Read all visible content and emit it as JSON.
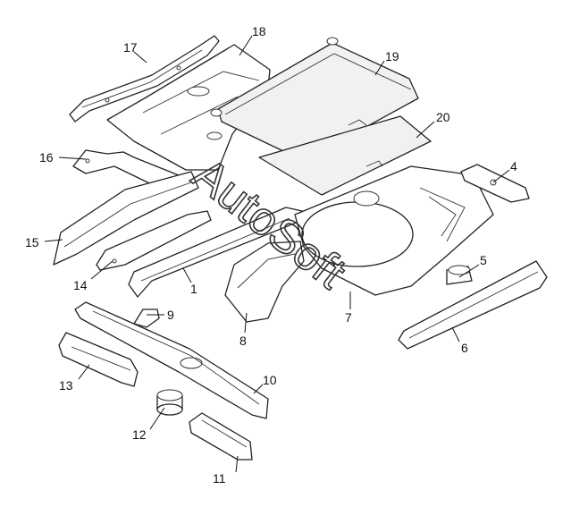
{
  "watermark": "AutoSoft",
  "callouts": [
    {
      "id": "1",
      "label": "1"
    },
    {
      "id": "4",
      "label": "4"
    },
    {
      "id": "5",
      "label": "5"
    },
    {
      "id": "6",
      "label": "6"
    },
    {
      "id": "7",
      "label": "7"
    },
    {
      "id": "8",
      "label": "8"
    },
    {
      "id": "9",
      "label": "9"
    },
    {
      "id": "10",
      "label": "10"
    },
    {
      "id": "11",
      "label": "11"
    },
    {
      "id": "12",
      "label": "12"
    },
    {
      "id": "13",
      "label": "13"
    },
    {
      "id": "14",
      "label": "14"
    },
    {
      "id": "15",
      "label": "15"
    },
    {
      "id": "16",
      "label": "16"
    },
    {
      "id": "17",
      "label": "17"
    },
    {
      "id": "18",
      "label": "18"
    },
    {
      "id": "19",
      "label": "19"
    },
    {
      "id": "20",
      "label": "20"
    }
  ]
}
